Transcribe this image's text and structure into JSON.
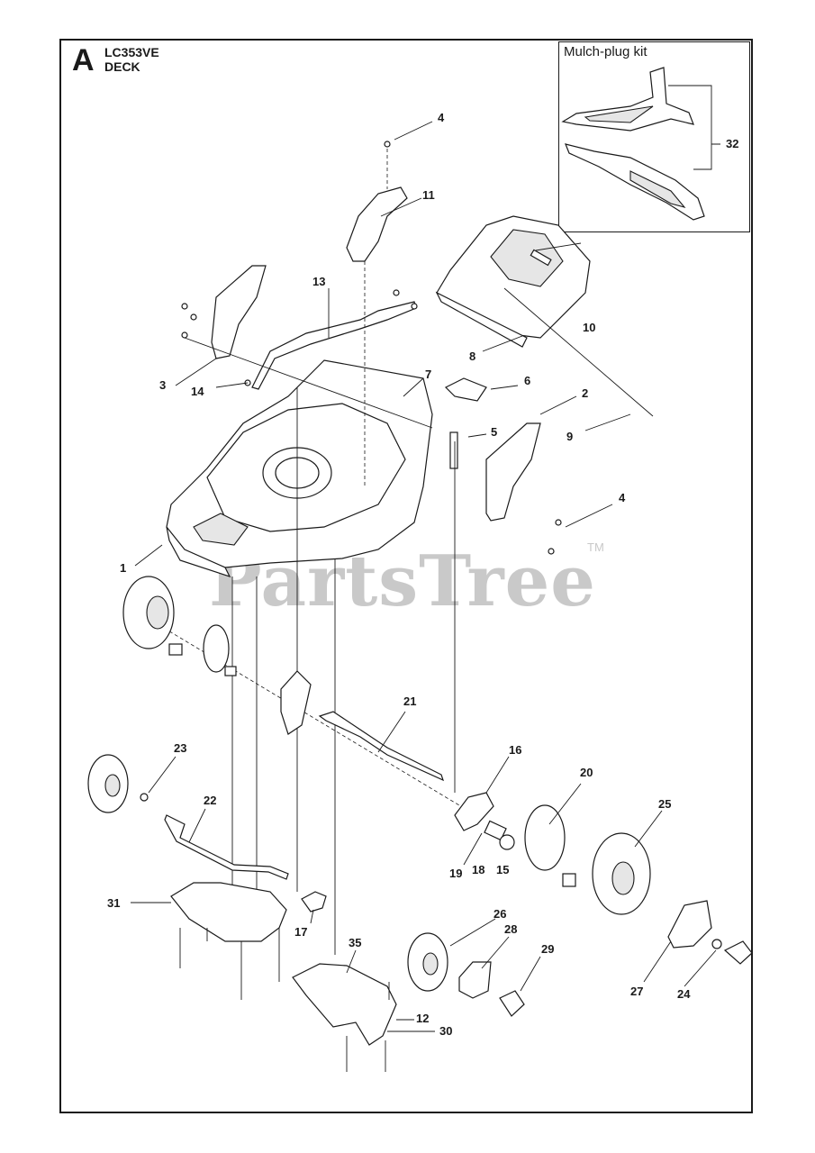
{
  "header": {
    "section_letter": "A",
    "model": "LC353VE",
    "title": "DECK"
  },
  "kit": {
    "title": "Mulch-plug kit"
  },
  "watermark": {
    "text": "PartsTree",
    "trademark": "TM"
  },
  "callouts": [
    {
      "id": "c4a",
      "label": "4"
    },
    {
      "id": "c11",
      "label": "11"
    },
    {
      "id": "c32",
      "label": "32"
    },
    {
      "id": "c13",
      "label": "13"
    },
    {
      "id": "c10",
      "label": "10"
    },
    {
      "id": "c8",
      "label": "8"
    },
    {
      "id": "c3",
      "label": "3"
    },
    {
      "id": "c7",
      "label": "7"
    },
    {
      "id": "c6",
      "label": "6"
    },
    {
      "id": "c2",
      "label": "2"
    },
    {
      "id": "c14",
      "label": "14"
    },
    {
      "id": "c9",
      "label": "9"
    },
    {
      "id": "c5",
      "label": "5"
    },
    {
      "id": "c4b",
      "label": "4"
    },
    {
      "id": "c1",
      "label": "1"
    },
    {
      "id": "c21",
      "label": "21"
    },
    {
      "id": "c16",
      "label": "16"
    },
    {
      "id": "c23",
      "label": "23"
    },
    {
      "id": "c20",
      "label": "20"
    },
    {
      "id": "c22",
      "label": "22"
    },
    {
      "id": "c25",
      "label": "25"
    },
    {
      "id": "c19",
      "label": "19"
    },
    {
      "id": "c18",
      "label": "18"
    },
    {
      "id": "c15",
      "label": "15"
    },
    {
      "id": "c31",
      "label": "31"
    },
    {
      "id": "c26",
      "label": "26"
    },
    {
      "id": "c17",
      "label": "17"
    },
    {
      "id": "c28",
      "label": "28"
    },
    {
      "id": "c35",
      "label": "35"
    },
    {
      "id": "c29",
      "label": "29"
    },
    {
      "id": "c27",
      "label": "27"
    },
    {
      "id": "c24",
      "label": "24"
    },
    {
      "id": "c12",
      "label": "12"
    },
    {
      "id": "c30",
      "label": "30"
    }
  ]
}
